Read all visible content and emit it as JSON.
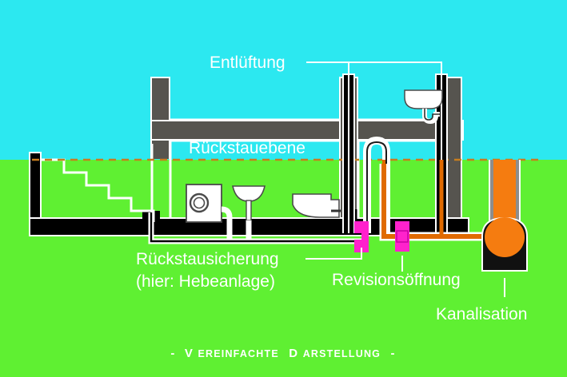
{
  "diagram": {
    "title_caption": "- VEREINFACHTE DARSTELLUNG -",
    "caption_parts": {
      "dash_left": "-",
      "word1_cap": "V",
      "word1_rest": "EREINFACHTE",
      "word2_cap": "D",
      "word2_rest": "ARSTELLUNG",
      "dash_right": "-"
    },
    "labels": {
      "venting": "Entlüftung",
      "backflow_level": "Rückstauebene",
      "backflow_protection_line1": "Rückstausicherung",
      "backflow_protection_line2": "(hier: Hebeanlage)",
      "inspection_opening": "Revisionsöffnung",
      "sewer": "Kanalisation"
    },
    "colors": {
      "sky": "#2ce8f0",
      "ground": "#5ff032",
      "wall_gray": "#56544f",
      "slab_black": "#000000",
      "outline_white": "#ffffff",
      "pipe_orange": "#e06a00",
      "sewer_orange": "#f57c10",
      "fitting_magenta": "#ff22cc",
      "backflow_dash": "#c87d1e",
      "label_text": "#ffffff"
    },
    "elements": {
      "stairs": "basement-stairs",
      "washing_machine": "washing-machine",
      "pedestal_sink": "pedestal-sink",
      "wc": "wall-hung-toilet",
      "upper_basin": "wash-basin",
      "lifting_loop": "lifting-station-loop-pipe",
      "manhole": "sewer-manhole",
      "vent_stacks": 2,
      "inspection_fittings": 2
    }
  }
}
